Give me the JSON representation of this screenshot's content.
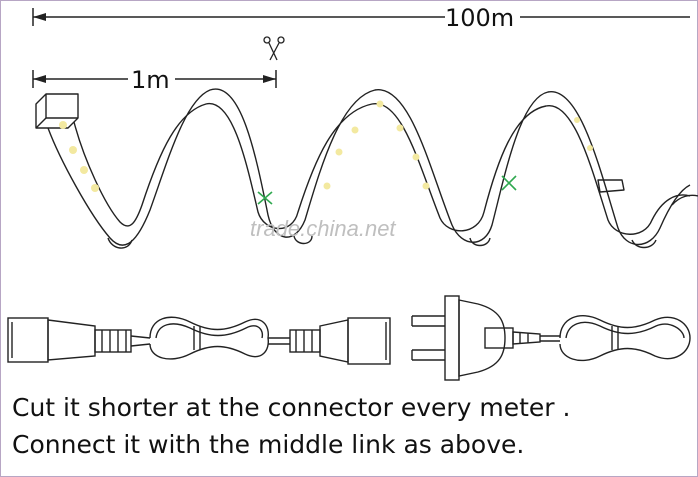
{
  "dimensions": {
    "total_length": "100m",
    "segment_length": "1m"
  },
  "watermark": "trade.china.net",
  "caption": {
    "line1": "Cut it shorter at the connector every meter .",
    "line2": "Connect it with the middle link as above."
  },
  "colors": {
    "line": "#222222",
    "led": "#f3e9a0",
    "cut_mark": "#2fa84f",
    "frame": "#b7a6c4"
  },
  "icons": [
    "scissors-icon",
    "cut-mark-icon",
    "plug-icon"
  ]
}
